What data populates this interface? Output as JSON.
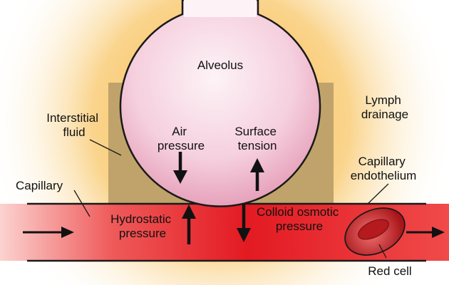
{
  "labels": {
    "alveolus": "Alveolus",
    "interstitial_fluid": [
      "Interstitial",
      "fluid"
    ],
    "lymph_drainage": [
      "Lymph",
      "drainage"
    ],
    "air_pressure": [
      "Air",
      "pressure"
    ],
    "surface_tension": [
      "Surface",
      "tension"
    ],
    "capillary": "Capillary",
    "capillary_endothelium": [
      "Capillary",
      "endothelium"
    ],
    "hydrostatic_pressure": [
      "Hydrostatic",
      "pressure"
    ],
    "colloid_osmotic_pressure": [
      "Colloid osmotic",
      "pressure"
    ],
    "red_cell": "Red cell"
  },
  "colors": {
    "glow": "#f7b744",
    "interstitium": "#bfa56c",
    "alveolus_light": "#fdf2f6",
    "alveolus_dark": "#e9a9c1",
    "blood_light": "#f9b8b5",
    "blood_dark": "#e41920",
    "red_cell": "#c9252c",
    "outline": "#1a1a1a"
  }
}
